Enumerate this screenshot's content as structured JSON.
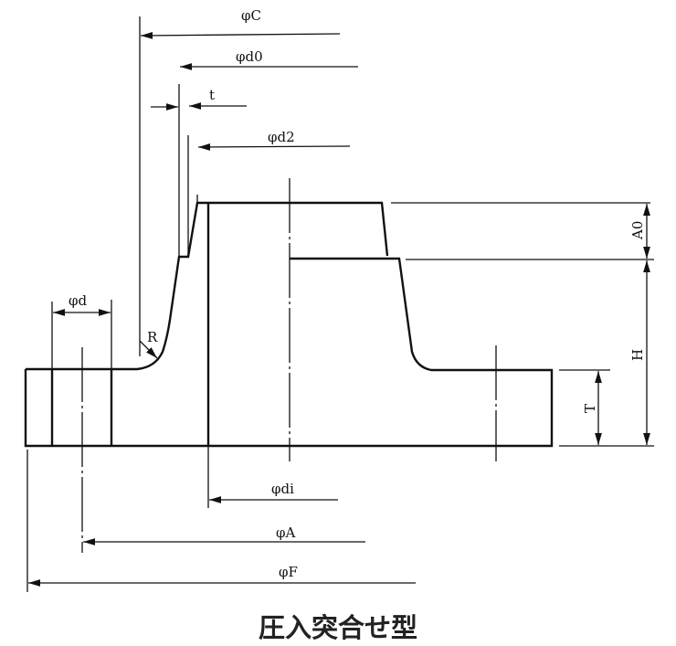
{
  "title": "圧入突合せ型",
  "labels": {
    "phi_C": "φC",
    "phi_d0": "φd0",
    "t": "t",
    "phi_d2": "φd2",
    "A0": "A0",
    "H": "H",
    "T": "T",
    "phi_d": "φd",
    "R": "R",
    "phi_di": "φdi",
    "phi_A": "φA",
    "phi_F": "φF"
  }
}
